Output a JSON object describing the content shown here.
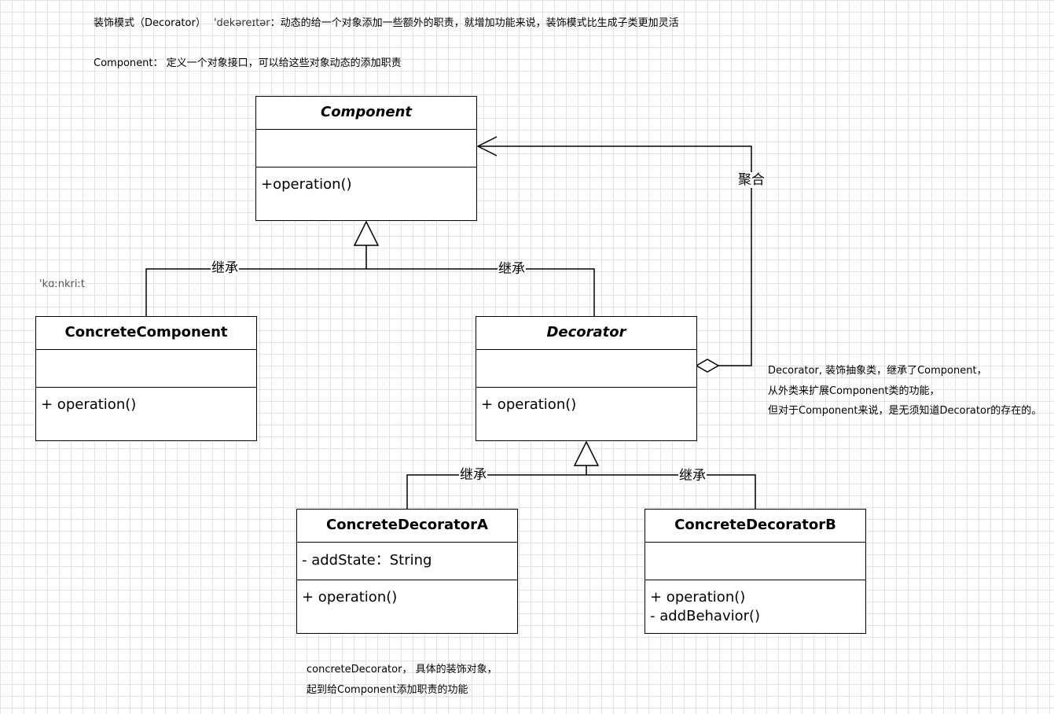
{
  "notes": {
    "title_line": "装饰模式（Decorator）",
    "title_phonetic": "'dekəreɪtər",
    "title_desc": "：动态的给一个对象添加一些额外的职责，就增加功能来说，装饰模式比生成子类更加灵活",
    "component_line": "Component： 定义一个对象接口，可以给这些对象动态的添加职责",
    "concrete_phonetic": "'kɑːnkriːt",
    "decorator_note": [
      "Decorator, 装饰抽象类，继承了Component，",
      "从外类来扩展Component类的功能，",
      "但对于Component来说，是无须知道Decorator的存在的。"
    ],
    "concrete_decorator_note": [
      "concreteDecorator， 具体的装饰对象，",
      "起到给Component添加职责的功能"
    ]
  },
  "classes": {
    "component": {
      "name": "Component",
      "attributes": [],
      "operations": [
        "+operation()"
      ]
    },
    "concrete_component": {
      "name": "ConcreteComponent",
      "attributes": [],
      "operations": [
        "+ operation()"
      ]
    },
    "decorator": {
      "name": "Decorator",
      "attributes": [],
      "operations": [
        "+ operation()"
      ]
    },
    "concrete_decorator_a": {
      "name": "ConcreteDecoratorA",
      "attributes": [
        "- addState：String"
      ],
      "operations": [
        "+ operation()"
      ]
    },
    "concrete_decorator_b": {
      "name": "ConcreteDecoratorB",
      "attributes": [],
      "operations": [
        "+ operation()",
        "- addBehavior()"
      ]
    }
  },
  "edges": {
    "inherit_label": "继承",
    "aggregate_label": "聚合"
  }
}
